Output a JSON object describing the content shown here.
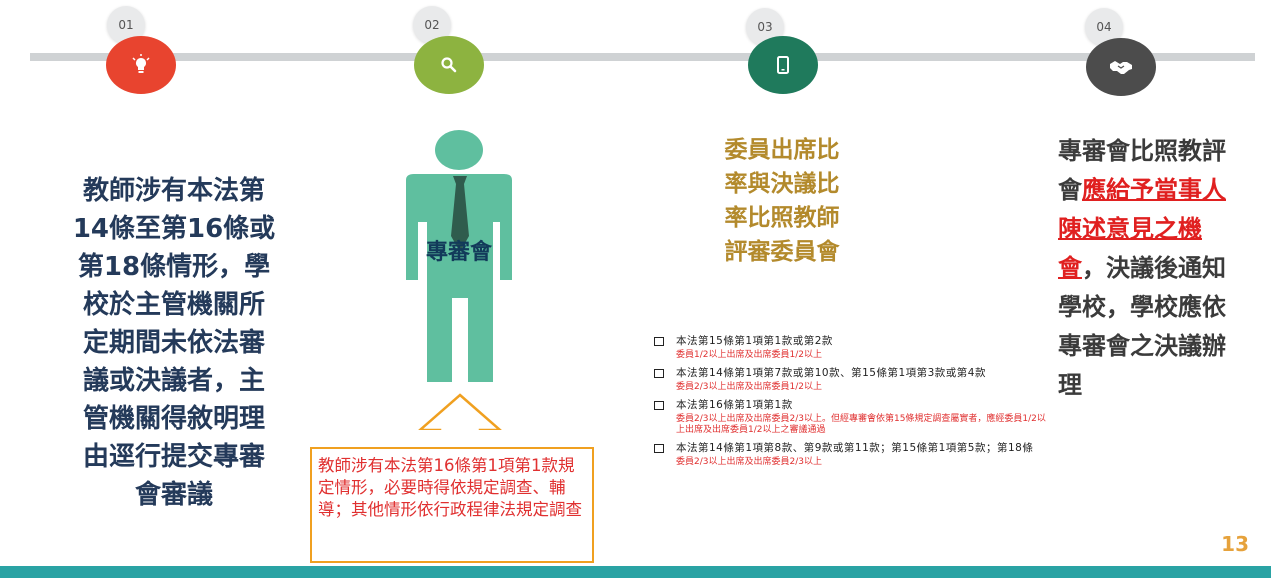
{
  "colors": {
    "step1": "#e8442f",
    "step2": "#8db340",
    "step3": "#1f7a5c",
    "step4": "#4c4c4c",
    "person": "#5fbf9f",
    "tie": "#2f5c4d",
    "arrow": "#f0a020",
    "bottom_bar": "#2aa3a4"
  },
  "steps": [
    {
      "num": "01",
      "icon": "lightbulb-icon"
    },
    {
      "num": "02",
      "icon": "search-icon"
    },
    {
      "num": "03",
      "icon": "phone-icon"
    },
    {
      "num": "04",
      "icon": "handshake-icon"
    }
  ],
  "col1": {
    "lines": [
      "教師涉有本法第",
      "14條至第16條或",
      "第18條情形，學",
      "校於主管機關所",
      "定期間未依法審",
      "議或決議者，主",
      "管機關得敘明理",
      "由逕行提交專審",
      "會審議"
    ]
  },
  "person": {
    "label": "專審會"
  },
  "note_box": {
    "text": "教師涉有本法第16條第1項第1款規定情形，必要時得依規定調查、輔導；其他情形依行政程律法規定調查"
  },
  "col3": {
    "title_lines": [
      "委員出席比",
      "率與決議比",
      "率比照教師",
      "評審委員會"
    ],
    "rules": [
      {
        "title": "本法第15條第1項第1款或第2款",
        "note": "委員1/2以上出席及出席委員1/2以上"
      },
      {
        "title": "本法第14條第1項第7款或第10款、第15條第1項第3款或第4款",
        "note": "委員2/3以上出席及出席委員1/2以上"
      },
      {
        "title": "本法第16條第1項第1款",
        "note": "委員2/3以上出席及出席委員2/3以上。但經專審會依第15條規定調查屬實者，應經委員1/2以上出席及出席委員1/2以上之審議通過"
      },
      {
        "title": "本法第14條第1項第8款、第9款或第11款；第15條第1項第5款；第18條",
        "note": "委員2/3以上出席及出席委員2/3以上"
      }
    ]
  },
  "col4": {
    "part1": "專審會比照教評會",
    "highlight": "應給予當事人陳述意見之機會",
    "part2": "，決議後通知學校，學校應依專審會之決議辦理"
  },
  "page_number": "13"
}
